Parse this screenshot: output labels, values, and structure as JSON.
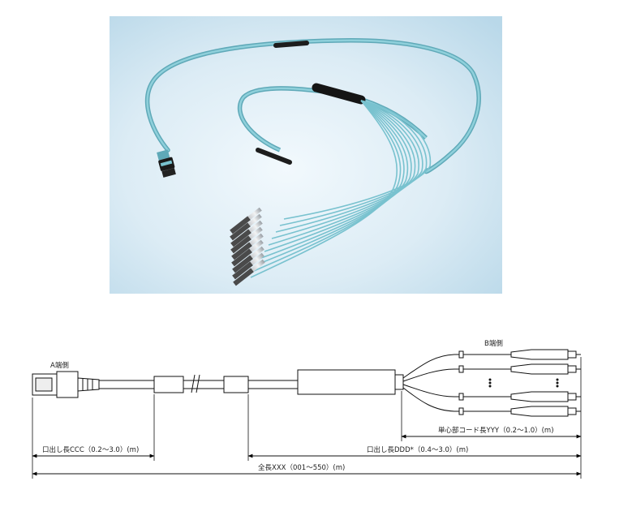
{
  "diagram": {
    "end_a_label": "A端側",
    "end_b_label": "B端側",
    "dim_yyy": "単心部コード長YYY（0.2～1.0）(m)",
    "dim_ccc": "口出し長CCC（0.2～3.0）(m)",
    "dim_ddd": "口出し長DDD*（0.4～3.0）(m)",
    "dim_total": "全長XXX（001～550）(m)"
  },
  "colors": {
    "cable_aqua": "#79c2cf",
    "photo_bg": "#cfe7f3",
    "heat_shrink": "#1d1d1d"
  }
}
